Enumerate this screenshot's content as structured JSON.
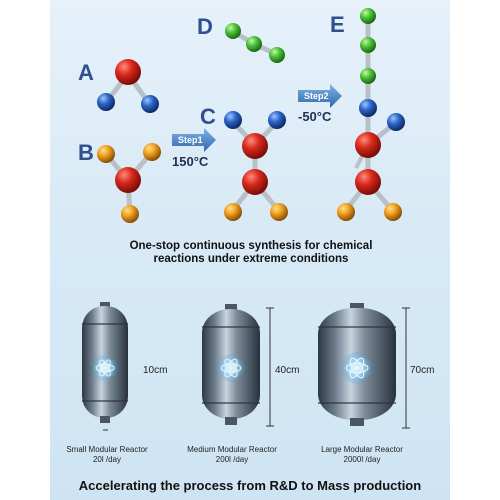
{
  "molecules": {
    "a_label": "A",
    "b_label": "B",
    "c_label": "C",
    "d_label": "D",
    "e_label": "E"
  },
  "steps": {
    "step1_label": "Step1",
    "step1_temp": "150°C",
    "step2_label": "Step2",
    "step2_temp": "-50°C"
  },
  "caption": {
    "line1": "One-stop continuous synthesis for chemical",
    "line2": "reactions under extreme conditions"
  },
  "reactors": [
    {
      "name": "Small Modular Reactor",
      "capacity": "20l /day",
      "height": "10cm"
    },
    {
      "name": "Medium Modular Reactor",
      "capacity": "200l /day",
      "height": "40cm"
    },
    {
      "name": "Large Modular Reactor",
      "capacity": "2000l /day",
      "height": "70cm"
    }
  ],
  "footer": "Accelerating the process from R&D to Mass production",
  "colors": {
    "red_atom": "#d8281c",
    "blue_atom": "#2c66c8",
    "orange_atom": "#f0a020",
    "green_atom": "#4cc23a",
    "arrow": "#3a78c0"
  }
}
